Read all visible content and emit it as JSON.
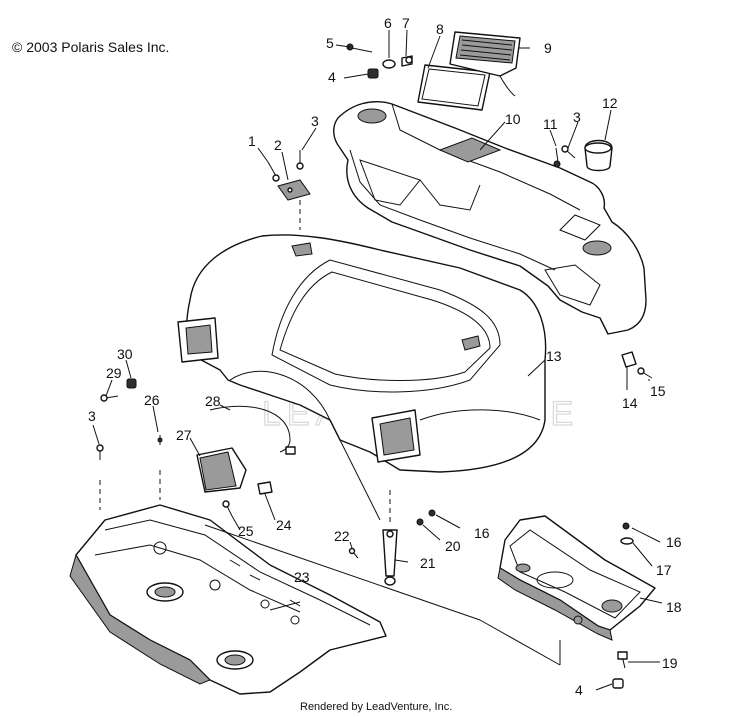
{
  "copyright": "© 2003 Polaris Sales Inc.",
  "footer": "Rendered by LeadVenture, Inc.",
  "watermark": "LEADVENTURE",
  "labels": {
    "l1": "1",
    "l2": "2",
    "l3a": "3",
    "l3b": "3",
    "l3c": "3",
    "l4a": "4",
    "l4b": "4",
    "l5": "5",
    "l6": "6",
    "l7": "7",
    "l8": "8",
    "l9": "9",
    "l10": "10",
    "l11": "11",
    "l12": "12",
    "l13": "13",
    "l14": "14",
    "l15": "15",
    "l16a": "16",
    "l16b": "16",
    "l17": "17",
    "l18": "18",
    "l19": "19",
    "l20": "20",
    "l21": "21",
    "l22": "22",
    "l23": "23",
    "l24": "24",
    "l25": "25",
    "l26": "26",
    "l27": "27",
    "l28": "28",
    "l29": "29",
    "l30": "30"
  }
}
